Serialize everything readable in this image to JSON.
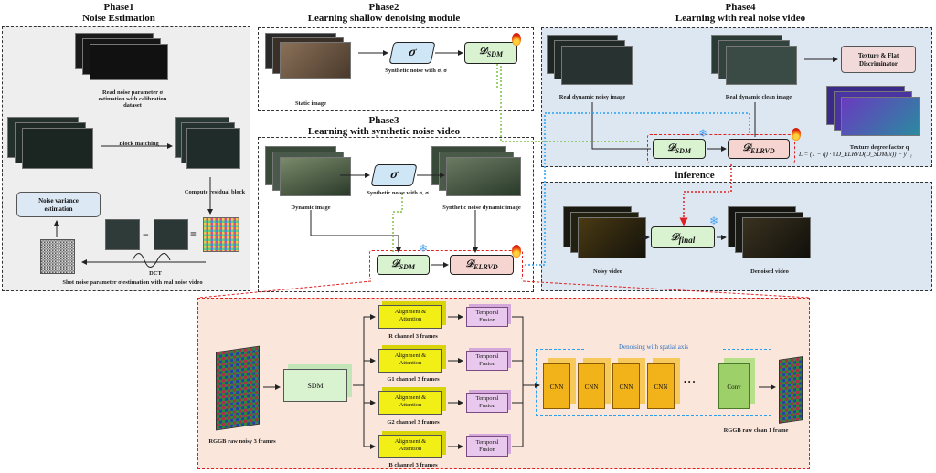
{
  "phase1": {
    "title_line1": "Phase1",
    "title_line2": "Noise Estimation",
    "real_noise_line1": "Read noise parameter σ",
    "real_noise_line2": "estimation with calibration",
    "real_noise_line3": "dataset",
    "block_matching": "Block matching",
    "compute_residual": "Compute residual block",
    "noise_variance_line1": "Noise variance",
    "noise_variance_line2": "estimation",
    "dct": "DCT",
    "shot_noise": "Shot noise parameter σ estimation with real noise video"
  },
  "phase2": {
    "title_line1": "Phase2",
    "title_line2": "Learning shallow denoising module",
    "sigma": "σ",
    "synthetic_noise": "Synthetic noise with σ, σ",
    "static_image": "Static image",
    "sdm": "SDM"
  },
  "phase3": {
    "title_line1": "Phase3",
    "title_line2": "Learning with synthetic noise video",
    "sigma": "σ",
    "synthetic_noise": "Synthetic noise with σ, σ",
    "dynamic_image": "Dynamic image",
    "synthetic_dynamic": "Synthetic noise dynamic image",
    "sdm": "SDM",
    "elrvd": "ELRVD"
  },
  "phase4": {
    "title_line1": "Phase4",
    "title_line2": "Learning with real noise video",
    "real_noisy": "Real dynamic noisy image",
    "real_clean": "Real dynamic clean image",
    "discriminator_line1": "Texture & Flat",
    "discriminator_line2": "Discriminator",
    "texture_degree": "Texture degree factor q",
    "loss": "L = (1 − q) · ‖ D_ELRVD(D_SDM(x)) − y ‖₁",
    "sdm": "SDM",
    "elrvd": "ELRVD"
  },
  "inference": {
    "title": "inference",
    "noisy_video": "Noisy video",
    "denoised_video": "Denoised video",
    "final": "final"
  },
  "detail": {
    "input": "RGGB raw noisy 3 frames",
    "sdm": "SDM",
    "align_line1": "Alignment &",
    "align_line2": "Attention",
    "fusion_line1": "Temporal",
    "fusion_line2": "Fusion",
    "r_channel": "R channel 3 frames",
    "g1_channel": "G1 channel 3 frames",
    "g2_channel": "G2 channel 3 frames",
    "b_channel": "B channel 3 frames",
    "spatial_axis": "Denoising with spatial axis",
    "cnn": "CNN",
    "dots": "• • •",
    "last": "Conv",
    "output": "RGGB raw clean 1 frame"
  },
  "colors": {
    "phase1_bg": "#eeeeee",
    "phase4_bg": "#dde7f2",
    "detail_bg": "#fbe6dc",
    "sdm_green": "#d9f2d0",
    "elrvd_pink": "#f6d5d0",
    "red_dash": "#e02020",
    "blue_dot": "#2aa0f0",
    "green_dot": "#7bc043",
    "yellow": "#f2ef17",
    "cnn_orange": "#f2b21a"
  },
  "icons": [
    "fire-icon",
    "snowflake-icon"
  ]
}
